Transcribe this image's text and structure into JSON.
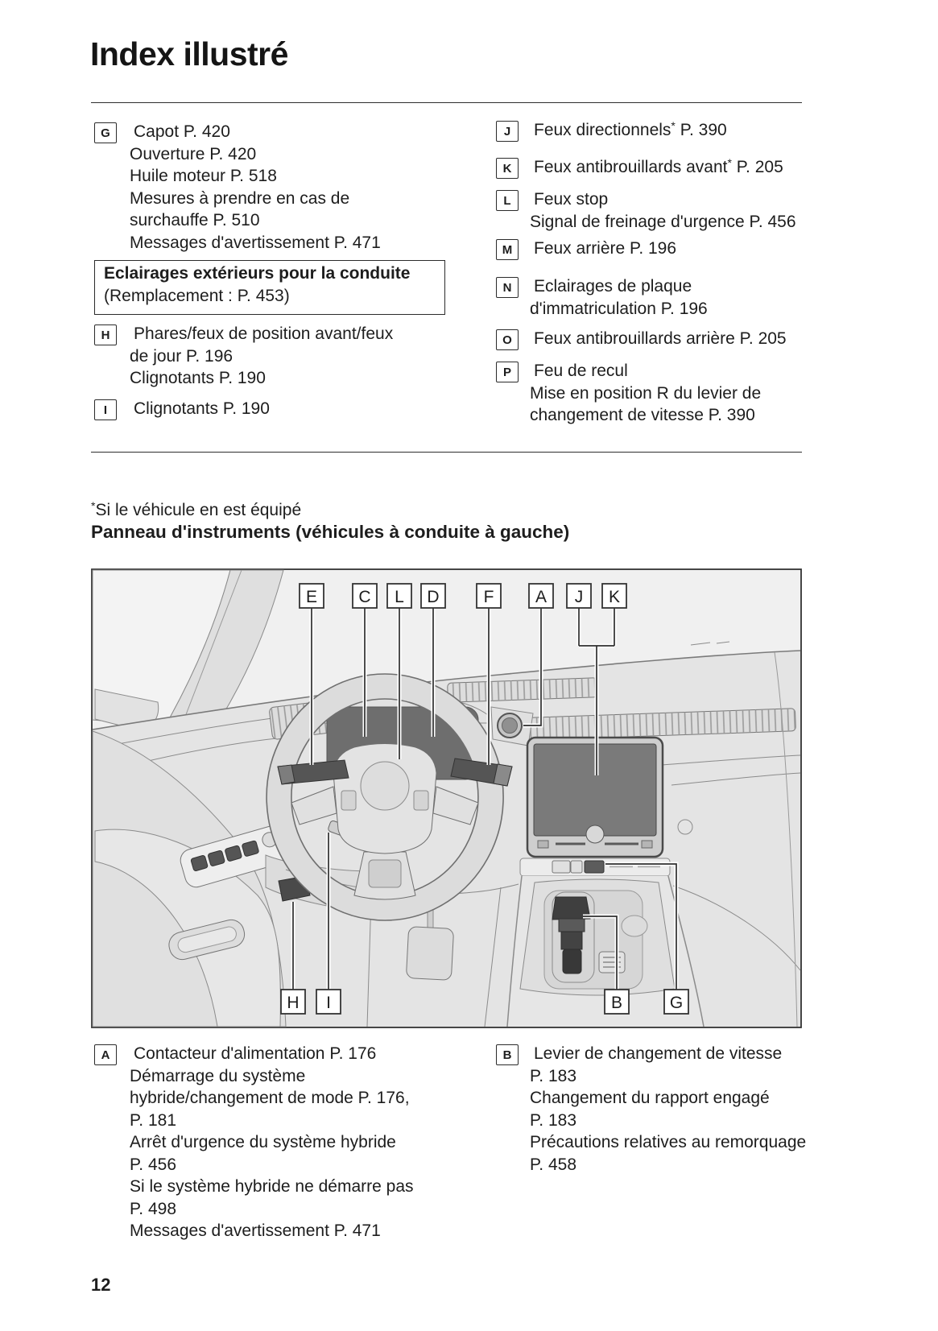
{
  "title": "Index illustré",
  "index": {
    "left": {
      "g": {
        "letter": "G",
        "lines": [
          "Capot P. 420",
          "Ouverture P. 420",
          "Huile moteur P. 518",
          "Mesures à prendre en cas de",
          "surchauffe P. 510",
          "Messages d'avertissement P. 471"
        ]
      },
      "note": {
        "bold": "Eclairages extérieurs pour la conduite",
        "normal": "(Remplacement : P. 453)"
      },
      "h": {
        "letter": "H",
        "lines": [
          "Phares/feux de position avant/feux",
          "de jour P. 196",
          "Clignotants P. 190"
        ]
      },
      "i": {
        "letter": "I",
        "lines": [
          "Clignotants P. 190"
        ]
      }
    },
    "right": {
      "j": {
        "letter": "J",
        "pre": "Feux directionnels",
        "star": "*",
        "post": " P. 390"
      },
      "k": {
        "letter": "K",
        "pre": "Feux antibrouillards avant",
        "star": "*",
        "post": " P. 205"
      },
      "l": {
        "letter": "L",
        "lines": [
          "Feux stop",
          "Signal de freinage d'urgence P. 456"
        ]
      },
      "m": {
        "letter": "M",
        "lines": [
          "Feux arrière P. 196"
        ]
      },
      "n": {
        "letter": "N",
        "lines": [
          "Eclairages de plaque",
          "d'immatriculation P. 196"
        ]
      },
      "o": {
        "letter": "O",
        "lines": [
          "Feux antibrouillards arrière P. 205"
        ]
      },
      "p": {
        "letter": "P",
        "lines": [
          "Feu de recul",
          "Mise en position R du levier de",
          "changement de vitesse P. 390"
        ]
      }
    }
  },
  "footnote": {
    "star": "*",
    "text": "Si le véhicule en est équipé"
  },
  "subheading": "Panneau d'instruments (véhicules à conduite à gauche)",
  "diagram": {
    "top_labels": [
      "E",
      "C",
      "L",
      "D",
      "F",
      "A",
      "J",
      "K"
    ],
    "bottom_labels": [
      "H",
      "I",
      "B",
      "G"
    ]
  },
  "bottom": {
    "a": {
      "letter": "A",
      "lines": [
        "Contacteur d'alimentation P. 176",
        "Démarrage du système",
        "hybride/changement de mode P. 176,",
        "P. 181",
        "Arrêt d'urgence du système hybride",
        "P. 456",
        "Si le système hybride ne démarre pas",
        "P. 498",
        "Messages d'avertissement P. 471"
      ]
    },
    "b": {
      "letter": "B",
      "lines": [
        "Levier de changement de vitesse",
        "P. 183",
        "Changement du rapport engagé",
        "P. 183",
        "Précautions relatives au remorquage",
        "P. 458"
      ]
    }
  },
  "page_number": "12",
  "colors": {
    "ink": "#1d1d1d",
    "line_art": "#8b8b8b",
    "dark_fill": "#6e6e6e",
    "diagram_bg": "#e9e9e9"
  }
}
